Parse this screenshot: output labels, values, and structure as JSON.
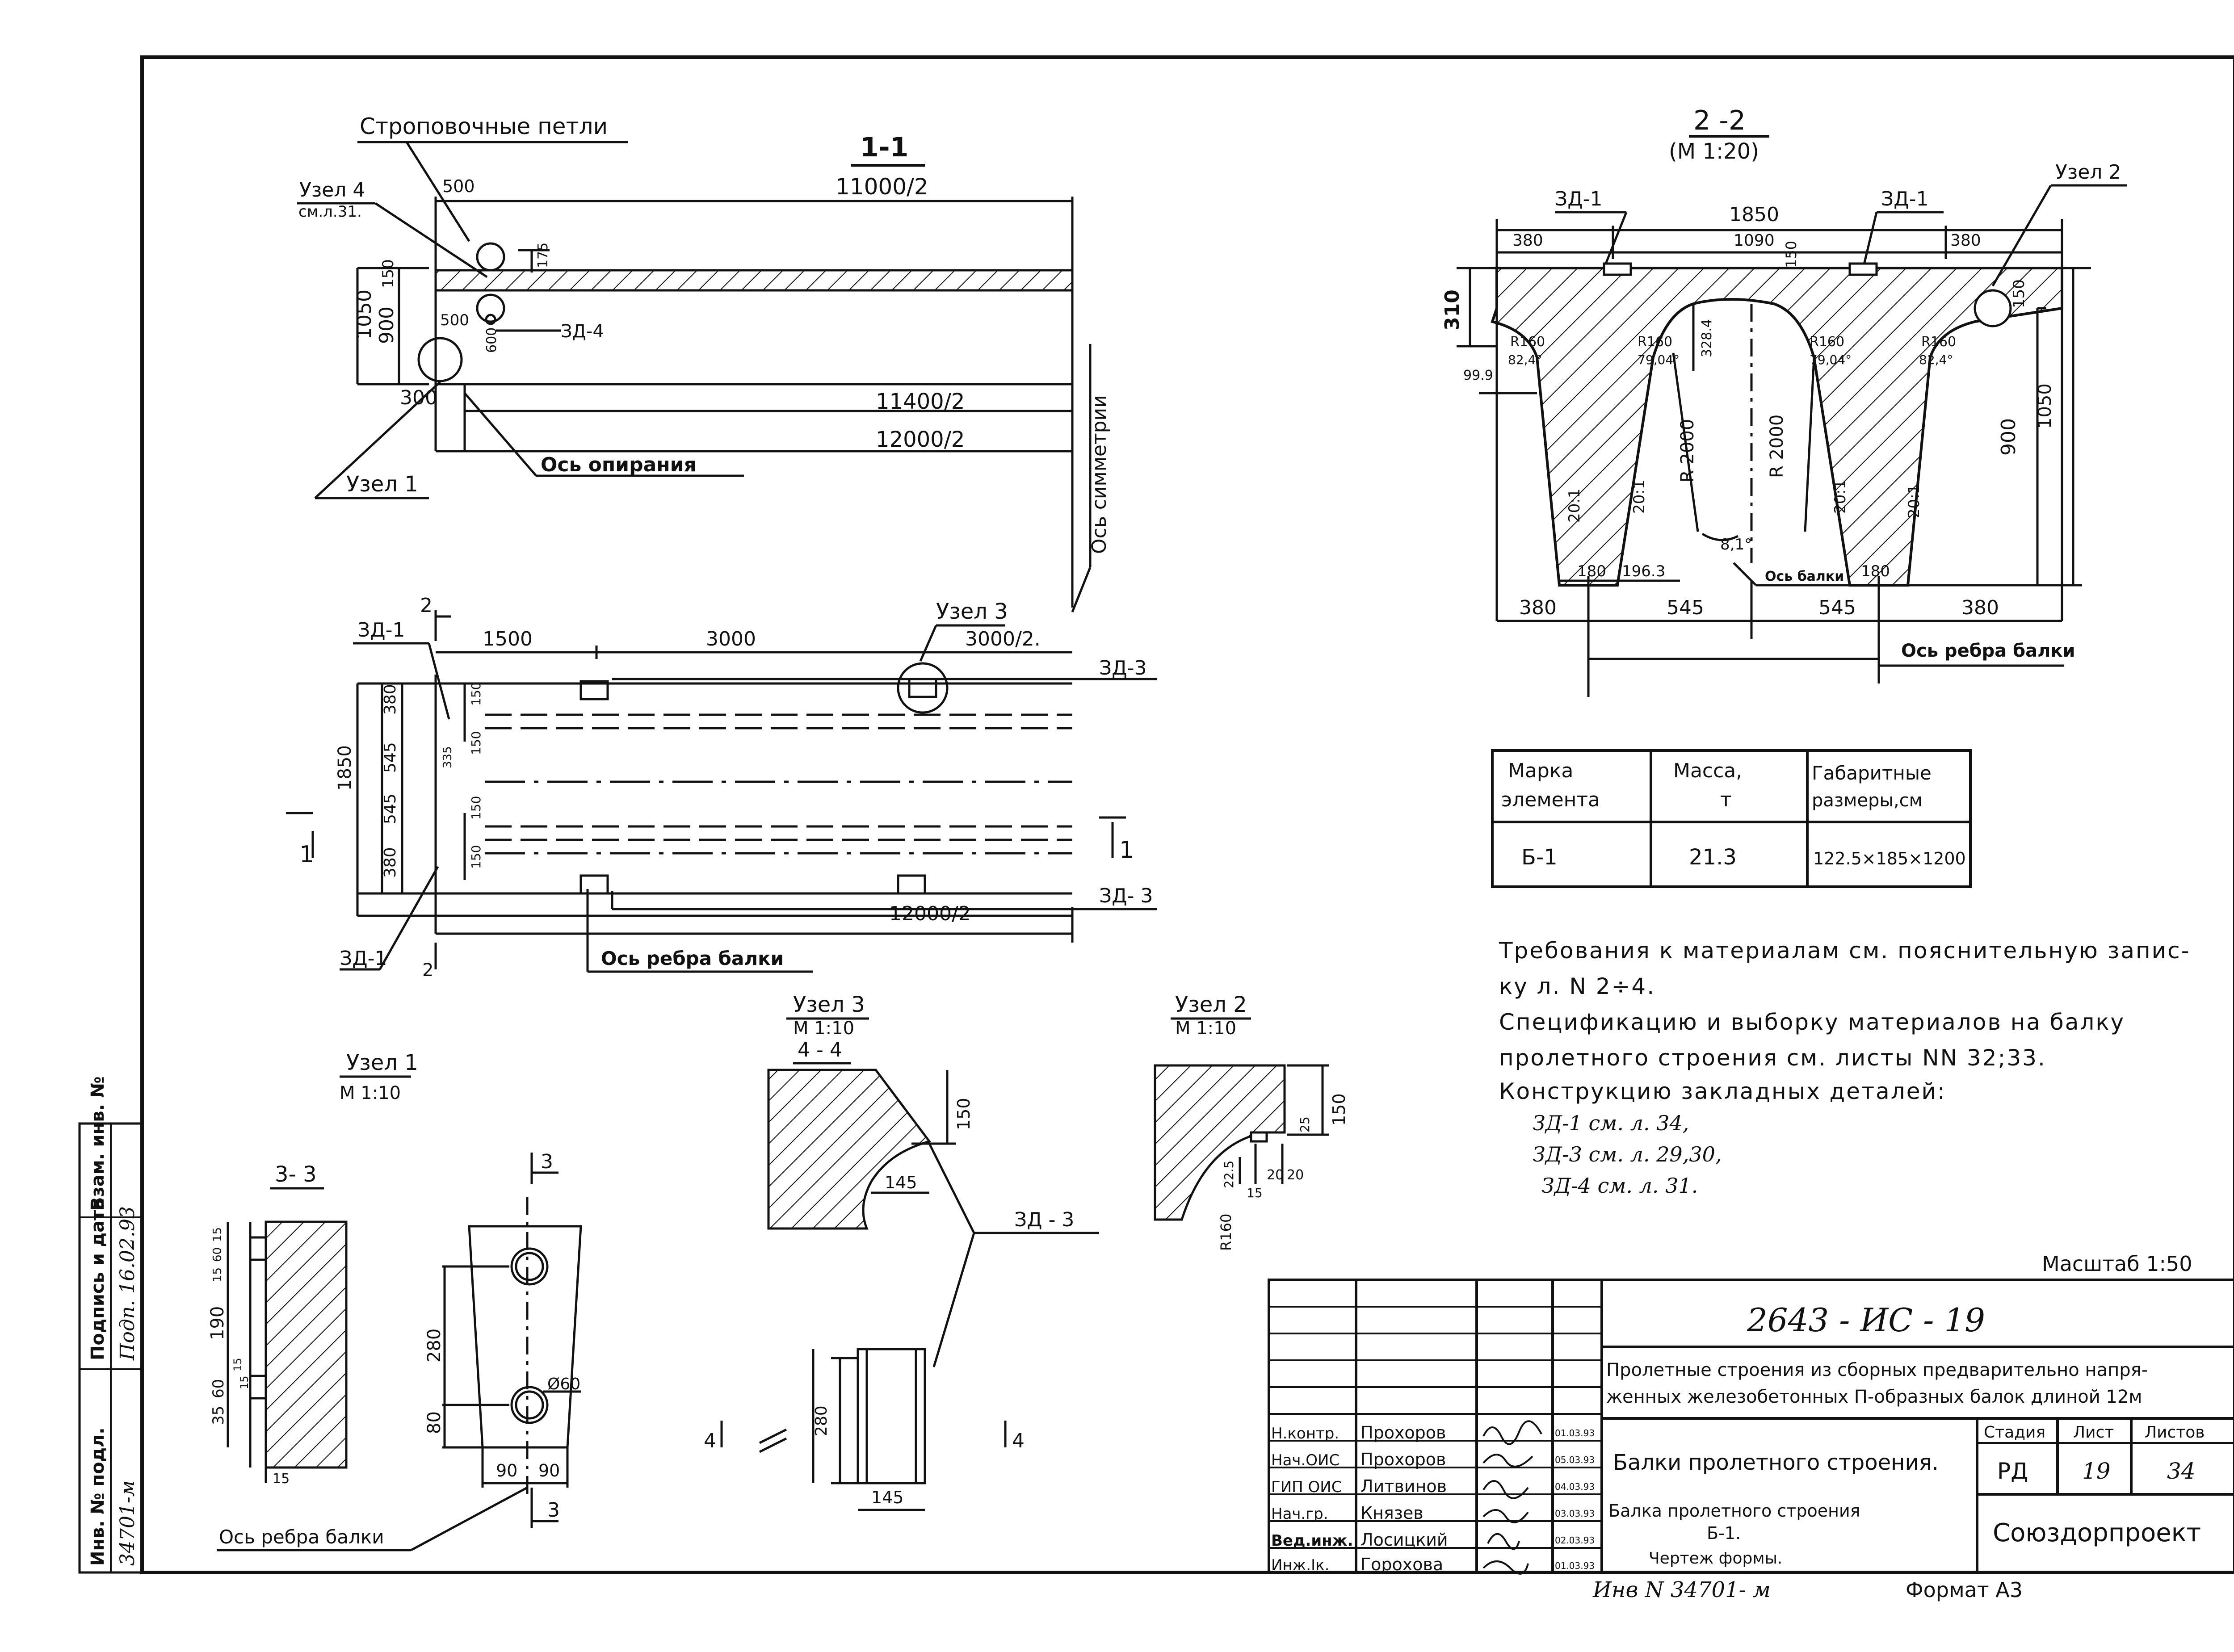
{
  "top_view": {
    "section_label": "1-1",
    "lifting_loops": "Строповочные петли",
    "node4": "Узел 4",
    "node4_ref": "см.л.31.",
    "dim_500_a": "500",
    "dim_11000": "11000/2",
    "dim_150": "150",
    "dim_175": "175",
    "dim_1050": "1050",
    "dim_900": "900",
    "dim_500_b": "500",
    "dim_600": "600",
    "zd4": "ЗД-4",
    "dim_300": "300",
    "dim_11400": "11400/2",
    "dim_12000": "12000/2",
    "node1": "Узел 1",
    "support_axis": "Ось опирания",
    "symmetry_axis": "Ось симметрии"
  },
  "plan_view": {
    "zd1_top": "ЗД-1",
    "mark2_top": "2",
    "dim_1500": "1500",
    "dim_3000": "3000",
    "node3": "Узел 3",
    "dim_3000_2": "3000/2.",
    "zd3_top": "ЗД-3",
    "dim_1850": "1850",
    "dim_380a": "380",
    "dim_545a": "545",
    "dim_545b": "545",
    "dim_380b": "380",
    "dim_150a": "150",
    "dim_150b": "150",
    "dim_150c": "150",
    "dim_150d": "150",
    "dim_335": "335",
    "mark1_left": "1",
    "mark1_right": "1",
    "zd3_bottom": "ЗД- 3",
    "dim_12000": "12000/2",
    "zd1_bottom": "ЗД-1",
    "mark2_bottom": "2",
    "rib_axis": "Ось ребра балки"
  },
  "section22": {
    "title": "2 -2",
    "scale": "(М 1:20)",
    "zd1_left": "ЗД-1",
    "zd1_right": "ЗД-1",
    "node2": "Узел 2",
    "dim_1850": "1850",
    "dim_380l": "380",
    "dim_1090": "1090",
    "dim_380r": "380",
    "dim_150": "150",
    "dim_310": "310",
    "dim_150r": "150",
    "dim_1050": "1050",
    "dim_900": "900",
    "dim_999": "99.9",
    "r160a": "R160",
    "r160b": "R160",
    "r160c": "R160",
    "r160d": "R160",
    "ang_a": "82,4°",
    "ang_b": "79,04°",
    "ang_c": "79,04°",
    "ang_d": "82,4°",
    "dim_3284": "328.4",
    "r2000a": "R 2000",
    "r2000b": "R 2000",
    "slope_a": "20:1",
    "slope_b": "20:1",
    "slope_c": "20:1",
    "slope_d": "20:1",
    "ang_81": "8,1°",
    "dim_180l": "180",
    "dim_1963": "196.3",
    "beam_axis": "Ось балки",
    "dim_180r": "180",
    "dim_380bl": "380",
    "dim_545l": "545",
    "dim_545r": "545",
    "dim_380br": "380",
    "rib_axis": "Ось ребра балки"
  },
  "table": {
    "h1": "Марка",
    "h1b": "элемента",
    "h2": "Масса,",
    "h2b": "т",
    "h3": "Габаритные",
    "h3b": "размеры,см",
    "c1": "Б-1",
    "c2": "21.3",
    "c3": "122.5×185×1200"
  },
  "notes": {
    "n1": "Требования к материалам см. пояснительную запис-",
    "n1b": "ку л. N 2÷4.",
    "n2": "Спецификацию и выборку материалов на балку",
    "n2b": "пролетного строения   см. листы  NN 32;33.",
    "n3": "Конструкцию закладных деталей:",
    "n3a": "ЗД-1   см. л. 34,",
    "n3b": "ЗД-3   см. л. 29,30,",
    "n3c": "ЗД-4   см. л. 31."
  },
  "node1": {
    "title": "Узел 1",
    "scale": "М 1:10",
    "sec33": "3- 3",
    "mark3a": "3",
    "mark3b": "3",
    "d15a": "15",
    "d60a": "60",
    "d15b": "15",
    "d190": "190",
    "d15c": "15",
    "d15d": "15",
    "d35": "35",
    "d60b": "60",
    "d15e": "15",
    "d280": "280",
    "d80": "80",
    "d60c": "Ø60",
    "d90a": "90",
    "d90b": "90",
    "rib_axis": "Ось ребра балки"
  },
  "node3": {
    "title": "Узел 3",
    "scale": "М 1:10",
    "sec44": "4 - 4",
    "d150": "150",
    "d145a": "145",
    "zd3": "ЗД - 3",
    "d280": "280",
    "d145b": "145",
    "mark4a": "4",
    "mark4b": "4"
  },
  "node2": {
    "title": "Узел 2",
    "scale": "М 1:10",
    "d150": "150",
    "d25": "25",
    "d20a": "20",
    "d15": "15",
    "d20b": "20",
    "d225": "22.5",
    "r160": "R160"
  },
  "titleblock": {
    "scale_note": "Масштаб  1:50",
    "code": "2643 - ИС - 19",
    "project1": "Пролетные строения из сборных предварительно напря-",
    "project2": "женных железобетонных П-образных балок длиной 12м",
    "sheet_name": "Балки пролетного строения.",
    "stage_h": "Стадия",
    "sheet_h": "Лист",
    "sheets_h": "Листов",
    "stage": "РД",
    "sheet": "19",
    "sheets": "34",
    "desc1": "Балка  пролетного  строения",
    "desc2": "Б-1.",
    "desc3": "Чертеж     формы.",
    "org": "Союздорпроект",
    "roles": [
      "Н.контр.",
      "Нач.ОИС",
      "ГИП ОИС",
      "Нач.гр.",
      "Вед.инж.",
      "Инж.Iк."
    ],
    "names": [
      "Прохоров",
      "Прохоров",
      "Литвинов",
      "Князев",
      "Лосицкий",
      "Горохова"
    ],
    "dates": [
      "01.03.93",
      "05.03.93",
      "04.03.93",
      "03.03.93",
      "02.03.93",
      "01.03.93"
    ]
  },
  "footer": {
    "inv": "Инв N 34701- м",
    "format": "Формат А3"
  },
  "sidebar": {
    "inv_no": "Инв. № подл.",
    "sign_date": "Подпись и дата",
    "vzam": "Взам. инв. №",
    "inv_val": "34701-м",
    "date_val": "Подп. 16.02.93"
  }
}
